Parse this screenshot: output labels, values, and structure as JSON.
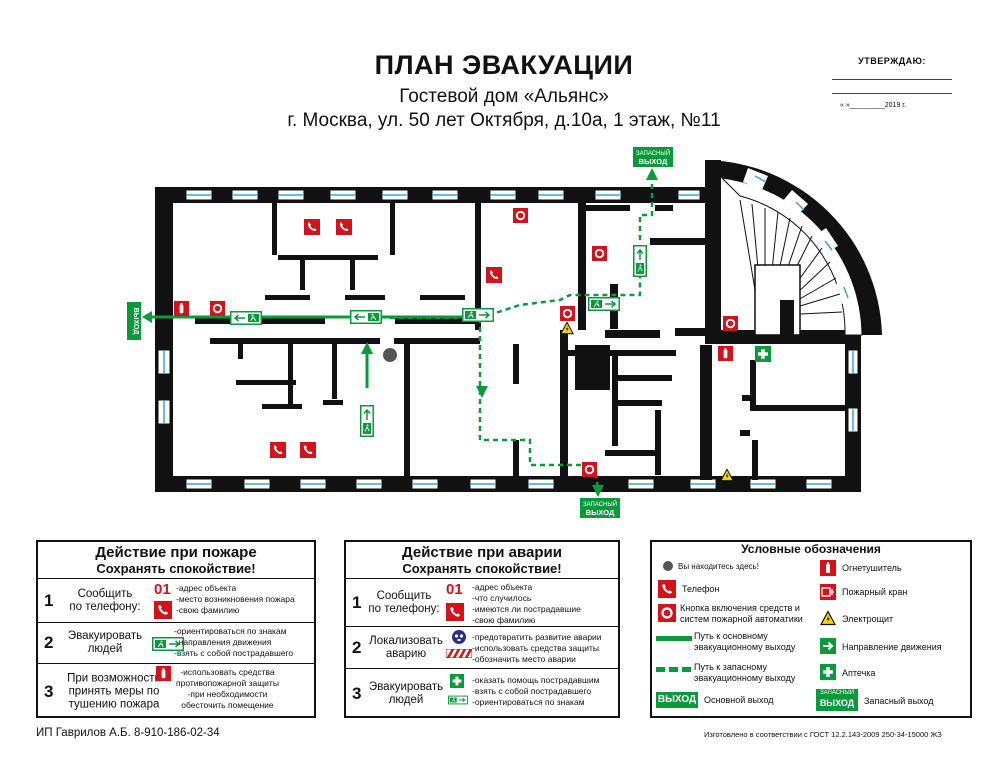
{
  "header": {
    "title": "ПЛАН ЭВАКУАЦИИ",
    "subtitle1": "Гостевой дом «Альянс»",
    "subtitle2": "г. Москва, ул. 50 лет Октября, д.10а, 1 этаж, №11"
  },
  "approval": {
    "label": "УТВЕРЖДАЮ:",
    "date_line": "«    »_________2019 г."
  },
  "plan": {
    "exit_top_line1": "ЗАПАСНЫЙ",
    "exit_top_line2": "ВЫХОД",
    "exit_bottom_line1": "ЗАПАСНЫЙ",
    "exit_bottom_line2": "ВЫХОД",
    "exit_left": "ВЫХОД"
  },
  "fire": {
    "title": "Действие при пожаре",
    "subtitle": "Сохранять спокойствие!",
    "rows": [
      {
        "num": "1",
        "action": "Сообщить\nпо телефону:",
        "phone": "01",
        "notes": [
          "-адрес объекта",
          "-место возникновения пожара",
          "-свою фамилию"
        ]
      },
      {
        "num": "2",
        "action": "Эвакуировать\nлюдей",
        "notes": [
          "-ориентироваться по знакам",
          "  направления движения",
          "-взять с собой пострадавшего"
        ]
      },
      {
        "num": "3",
        "action": "При возможности\nпринять меры по\nтушению пожара",
        "notes": [
          "-использовать средства",
          "противопожарной защиты",
          "-при необходимости",
          "обесточить помещение"
        ]
      }
    ]
  },
  "accident": {
    "title": "Действие при аварии",
    "subtitle": "Сохранять спокойствие!",
    "rows": [
      {
        "num": "1",
        "action": "Сообщить\nпо телефону:",
        "phone": "01",
        "notes": [
          "-адрес объекта",
          "-что случилось",
          "-имеются ли пострадавшие",
          "-свою фамилию"
        ]
      },
      {
        "num": "2",
        "action": "Локализовать\nаварию",
        "notes": [
          "-предотвратить развитие аварии",
          "-использовать средства защиты",
          "-обозначить место аварии"
        ]
      },
      {
        "num": "3",
        "action": "Эвакуировать\nлюдей",
        "notes": [
          "-оказать помощь пострадавшим",
          "-взять с собой пострадавшего",
          "-ориентироваться по знакам"
        ]
      }
    ]
  },
  "legend": {
    "title": "Условные обозначения",
    "you_are_here": "Вы находитесь здесь!",
    "phone": "Телефон",
    "fire_button": "Кнопка включения средств и\nсистем пожарной автоматики",
    "main_path": "Путь к основному\nэвакуационному выходу",
    "spare_path": "Путь к запасному\nэвакуационному выходу",
    "main_exit_sign": "ВЫХОД",
    "main_exit": "Основной выход",
    "extinguisher": "Огнетушитель",
    "hydrant": "Пожарный кран",
    "electrical": "Электрощит",
    "direction": "Направление движения",
    "first_aid": "Аптечка",
    "spare_exit_sign1": "ЗАПАСНЫЙ",
    "spare_exit_sign2": "ВЫХОД",
    "spare_exit": "Запасный выход"
  },
  "footer": {
    "left": "ИП Гаврилов А.Б. 8-910-186-02-34",
    "right": "Изготовлено в соответствии с ГОСТ 12.2.143-2009  250-34-15000 ЖЗ"
  },
  "colors": {
    "green": "#0a9a3c",
    "red": "#d3121b",
    "wall": "#111111",
    "window": "#3aa5d8"
  }
}
